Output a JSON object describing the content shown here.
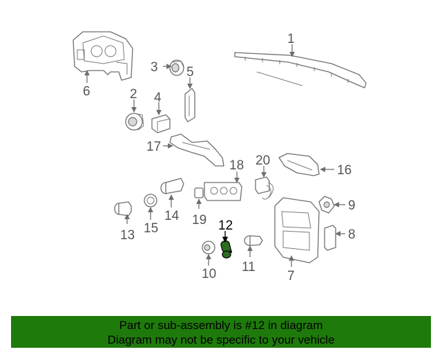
{
  "callouts": {
    "c1": "1",
    "c2": "2",
    "c3": "3",
    "c4": "4",
    "c5": "5",
    "c6": "6",
    "c7": "7",
    "c8": "8",
    "c9": "9",
    "c10": "10",
    "c11": "11",
    "c12": "12",
    "c13": "13",
    "c14": "14",
    "c15": "15",
    "c16": "16",
    "c17": "17",
    "c18": "18",
    "c19": "19",
    "c20": "20"
  },
  "highlighted_part": "12",
  "colors": {
    "banner": "#1f7a0c",
    "highlight": "#2a6e1e",
    "line": "#6e6e6e"
  },
  "banner": {
    "line1": "Part or sub-assembly is #12 in diagram",
    "line2": "Diagram may not be specific to your vehicle"
  }
}
